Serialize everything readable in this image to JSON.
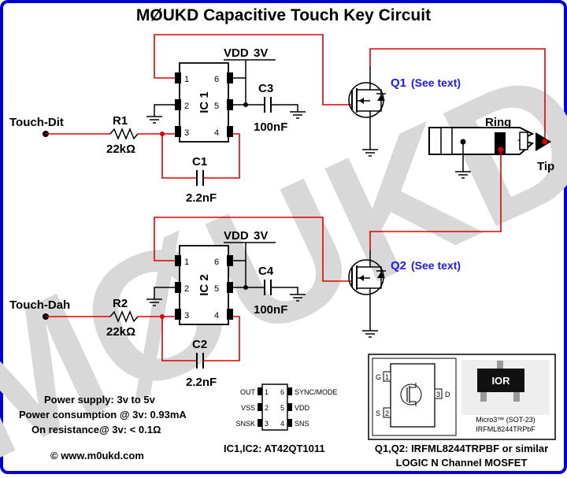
{
  "title": "MØUKD Capacitive Touch Key Circuit",
  "watermark": "MØUKD",
  "inputs": {
    "dit": "Touch-Dit",
    "dah": "Touch-Dah"
  },
  "resistors": [
    {
      "name": "R1",
      "value": "22kΩ"
    },
    {
      "name": "R2",
      "value": "22kΩ"
    }
  ],
  "capacitors": [
    {
      "name": "C1",
      "value": "2.2nF"
    },
    {
      "name": "C2",
      "value": "2.2nF"
    },
    {
      "name": "C3",
      "value": "100nF"
    },
    {
      "name": "C4",
      "value": "100nF"
    }
  ],
  "ics": [
    {
      "name": "IC 1",
      "vdd": "VDD",
      "vdd_value": "3V",
      "pins": [
        "1",
        "2",
        "3",
        "4",
        "5",
        "6"
      ]
    },
    {
      "name": "IC 2",
      "vdd": "VDD",
      "vdd_value": "3V",
      "pins": [
        "1",
        "2",
        "3",
        "4",
        "5",
        "6"
      ]
    }
  ],
  "transistors": [
    {
      "name": "Q1",
      "note": "(See text)"
    },
    {
      "name": "Q2",
      "note": "(See text)"
    }
  ],
  "jack": {
    "ring": "Ring",
    "tip": "Tip"
  },
  "specs": [
    "Power supply: 3v to 5v",
    "Power consumption @ 3v: 0.93mA",
    "On resistance@ 3v: < 0.1Ω"
  ],
  "copyright": "© www.m0ukd.com",
  "pinout": {
    "left": [
      "OUT",
      "VSS",
      "SNSK"
    ],
    "left_nums": [
      "1",
      "2",
      "3"
    ],
    "right": [
      "SYNC/MODE",
      "VDD",
      "SNS"
    ],
    "right_nums": [
      "6",
      "5",
      "4"
    ],
    "caption": "IC1,IC2: AT42QT1011"
  },
  "mosfet_box": {
    "pins": [
      "G",
      "S",
      "D"
    ],
    "pin_nums": [
      "1",
      "2",
      "3"
    ],
    "package": "Micro3™ (SOT-23)",
    "part": "IRFML8244TRPbF",
    "caption_line1": "Q1,Q2: IRFML8244TRPBF or similar",
    "caption_line2": "LOGIC N Channel MOSFET"
  },
  "colors": {
    "wire_red": "#dd0000",
    "wire_black": "#000000",
    "label_blue": "#1a1aee",
    "frame_blue": "#0000cc"
  }
}
